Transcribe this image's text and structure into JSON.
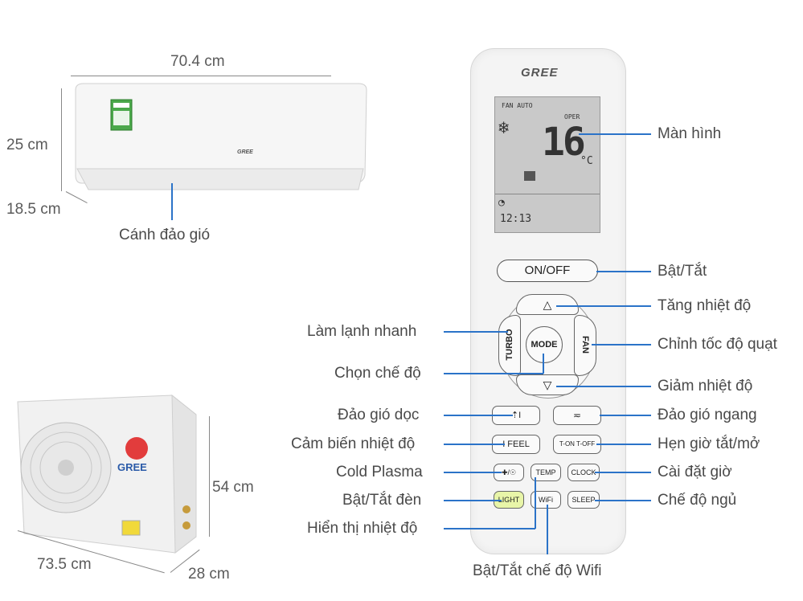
{
  "indoor": {
    "width": "70.4 cm",
    "height": "25 cm",
    "depth": "18.5 cm",
    "louver_label": "Cánh đảo gió",
    "brand": "GREE"
  },
  "outdoor": {
    "width": "73.5 cm",
    "height": "54 cm",
    "depth": "28 cm",
    "brand": "GREE"
  },
  "remote": {
    "brand": "GREE",
    "lcd": {
      "fan_text": "FAN AUTO",
      "oper_text": "OPER",
      "temperature": "16",
      "unit": "°C",
      "clock": "12:13"
    },
    "buttons": {
      "on_off": "ON/OFF",
      "turbo": "TURBO",
      "mode": "MODE",
      "fan": "FAN",
      "up": "△",
      "down": "▽",
      "swing_v": "⇡I",
      "swing_h": "≂",
      "ifeel": "I FEEL",
      "timer": "T-ON T-OFF",
      "plasma": "✚/☉",
      "temp": "TEMP",
      "clock": "CLOCK",
      "light": "LIGHT",
      "wifi": "WiFi",
      "sleep": "SLEEP"
    }
  },
  "callouts_right": {
    "screen": "Màn hình",
    "on_off": "Bật/Tắt",
    "temp_up": "Tăng nhiệt độ",
    "fan_speed": "Chỉnh tốc độ quạt",
    "temp_down": "Giảm nhiệt độ",
    "swing_h": "Đảo gió ngang",
    "timer": "Hẹn giờ tắt/mở",
    "clock": "Cài đặt giờ",
    "sleep": "Chế độ ngủ"
  },
  "callouts_left": {
    "turbo": "Làm lạnh nhanh",
    "mode": "Chọn chế độ",
    "swing_v": "Đảo gió dọc",
    "ifeel": "Cảm biến nhiệt độ",
    "plasma": "Cold Plasma",
    "light": "Bật/Tắt đèn",
    "temp_display": "Hiển thị nhiệt độ"
  },
  "callout_bottom": {
    "wifi": "Bật/Tắt chế độ Wifi"
  },
  "colors": {
    "leader": "#2b73c8",
    "dimension": "#888888",
    "lcd_bg": "#c9c9c9"
  }
}
